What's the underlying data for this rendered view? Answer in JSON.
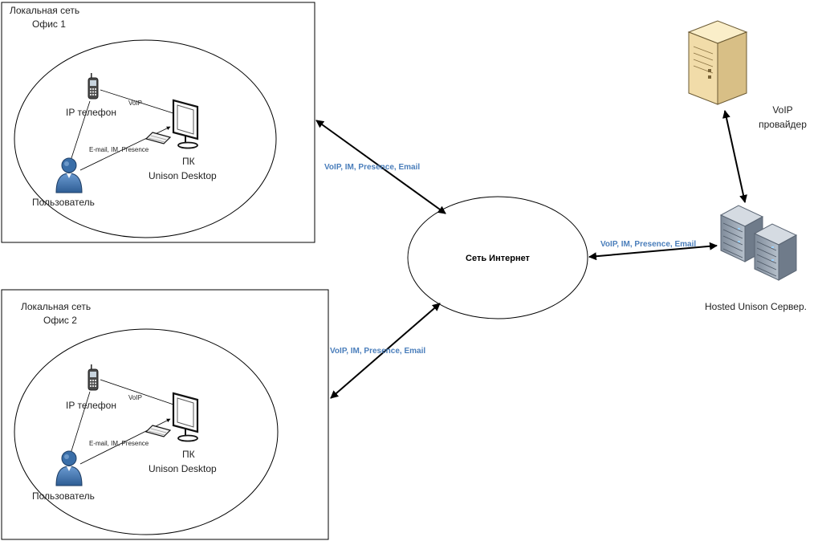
{
  "office1": {
    "title_line1": "Локальная сеть",
    "title_line2": "Офис 1",
    "phone_label": "IP телефон",
    "user_label": "Пользователь",
    "pc_label_line1": "ПК",
    "pc_label_line2": "Unison Desktop",
    "voip_link_label": "VoIP",
    "data_link_label": "E-mail, IM, Presence"
  },
  "office2": {
    "title_line1": "Локальная сеть",
    "title_line2": "Офис 2",
    "phone_label": "IP телефон",
    "user_label": "Пользователь",
    "pc_label_line1": "ПК",
    "pc_label_line2": "Unison Desktop",
    "voip_link_label": "VoIP",
    "data_link_label": "E-mail, IM, Presence"
  },
  "internet": {
    "label": "Сеть Интернет"
  },
  "links": {
    "office1_internet": "VoIP, IM, Presence, Email",
    "office2_internet": "VoIP, IM, Presence, Email",
    "server_internet": "VoIP, IM, Presence, Email"
  },
  "voip_provider": {
    "label_line1": "VoIP",
    "label_line2": "провайдер"
  },
  "server": {
    "label": "Hosted Unison Сервер."
  },
  "colors": {
    "link_label": "#4a7ebb",
    "icon_blue": "#3a6ea8",
    "server_gray": "#8a96a6",
    "tower_beige": "#f4e2b8"
  },
  "icons": [
    "phone-icon",
    "user-icon",
    "computer-icon",
    "tower-server-icon",
    "server-rack-icon"
  ]
}
